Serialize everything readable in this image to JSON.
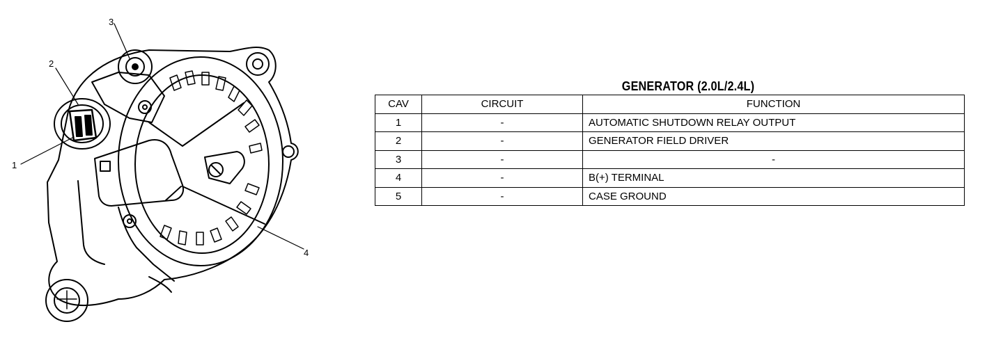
{
  "diagram": {
    "callouts": [
      "1",
      "2",
      "3",
      "4"
    ]
  },
  "table": {
    "title": "GENERATOR (2.0L/2.4L)",
    "headers": [
      "CAV",
      "CIRCUIT",
      "FUNCTION"
    ],
    "rows": [
      [
        "1",
        "-",
        "AUTOMATIC SHUTDOWN RELAY OUTPUT"
      ],
      [
        "2",
        "-",
        "GENERATOR FIELD DRIVER"
      ],
      [
        "3",
        "-",
        "-"
      ],
      [
        "4",
        "-",
        "B(+) TERMINAL"
      ],
      [
        "5",
        "-",
        "CASE GROUND"
      ]
    ]
  }
}
